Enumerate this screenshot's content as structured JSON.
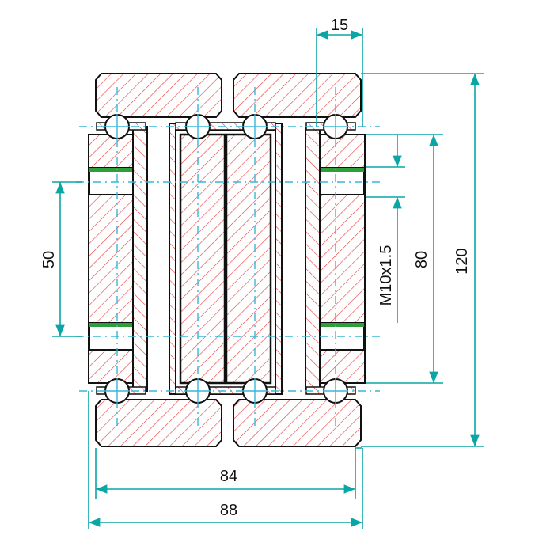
{
  "diagram": {
    "colors": {
      "hatch": "#e83a3a",
      "outline": "#111111",
      "dimension": "#0aa5a5",
      "centerline": "#39b7d9",
      "seal": "#2e9e3a",
      "ball_fill": "#ffffff"
    },
    "dimensions": {
      "top_width": "15",
      "height_total": "120",
      "height_inner": "80",
      "thread": "M10x1.5",
      "left_span": "50",
      "width_inner": "84",
      "width_total": "88"
    }
  }
}
